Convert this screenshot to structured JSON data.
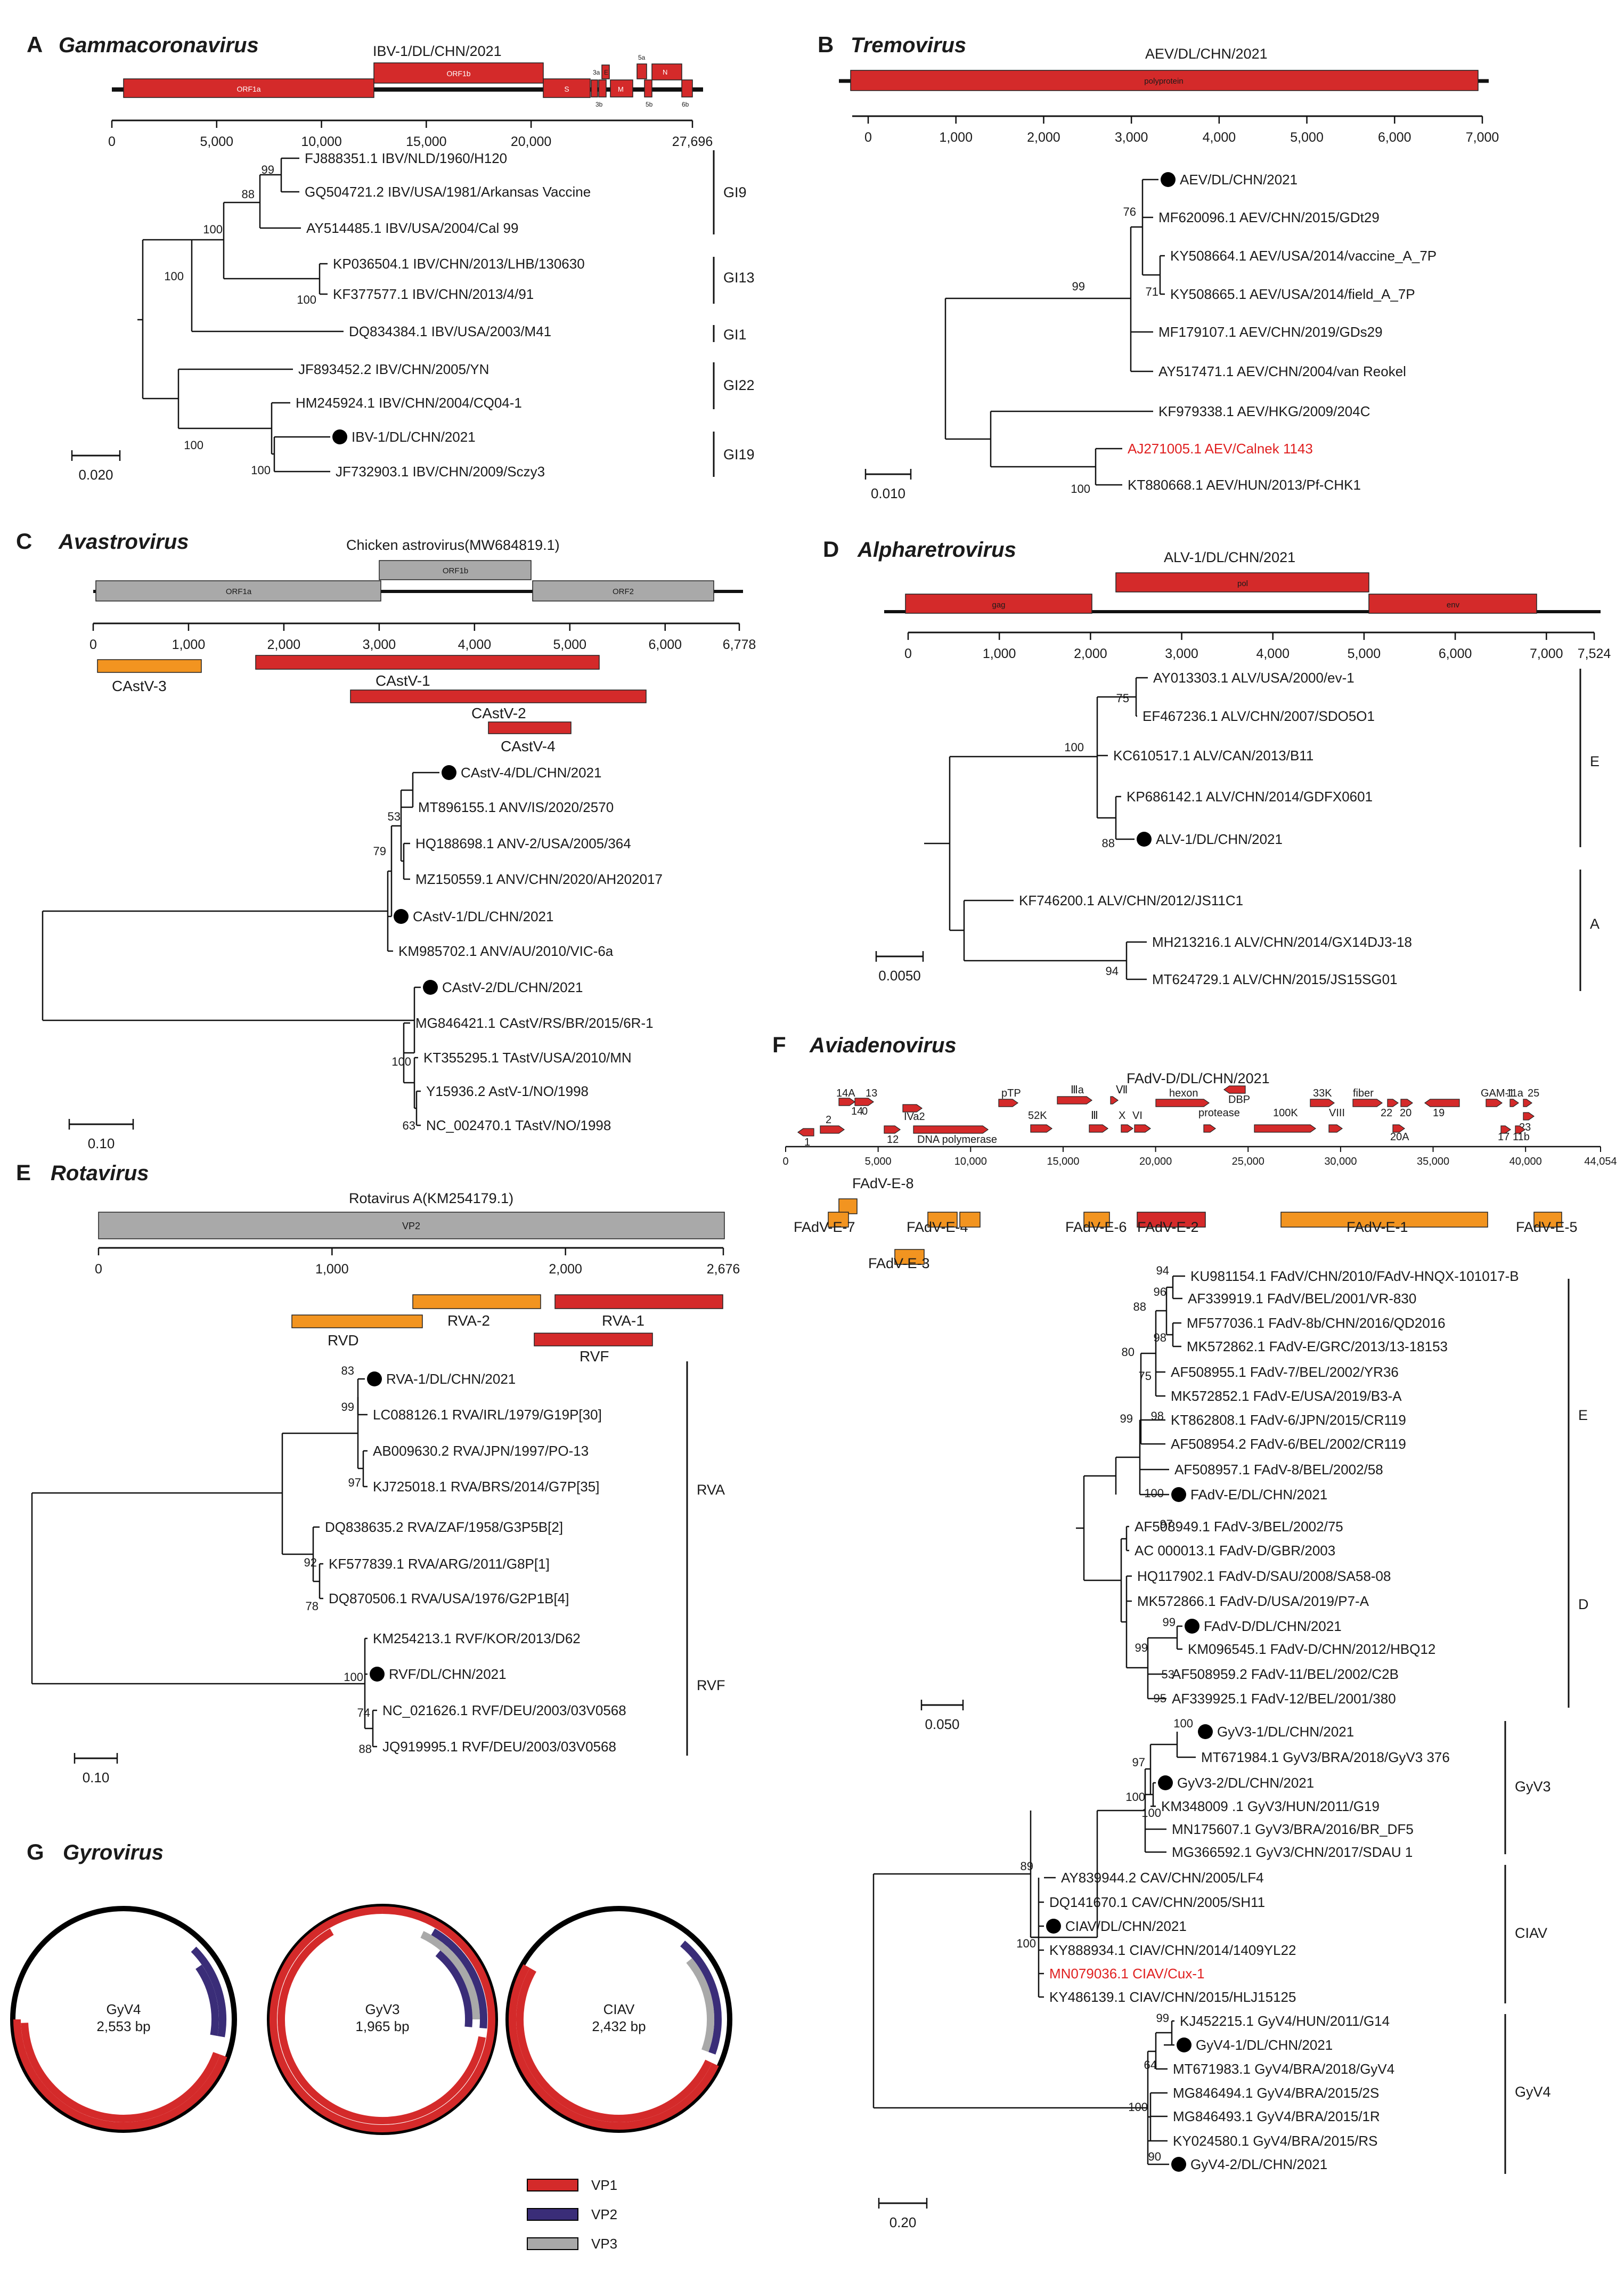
{
  "colors": {
    "red": "#d42a2a",
    "orange": "#f29420",
    "gray": "#a9a9a9",
    "purple": "#3a2d78",
    "black": "#111111",
    "highlight": "#e02020"
  },
  "panelA": {
    "letter": "A",
    "genus": "Gammacoronavirus",
    "genome": "IBV-1/DL/CHN/2021",
    "genes": [
      "ORF1a",
      "ORF1b",
      "S",
      "3a",
      "3b",
      "E",
      "M",
      "5a",
      "5b",
      "N",
      "6b"
    ],
    "ticks": [
      "0",
      "5,000",
      "10,000",
      "15,000",
      "20,000",
      "27,696"
    ],
    "scale": "0.020",
    "leaves": [
      "FJ888351.1 IBV/NLD/1960/H120",
      "GQ504721.2 IBV/USA/1981/Arkansas Vaccine",
      "AY514485.1 IBV/USA/2004/Cal 99",
      "KP036504.1 IBV/CHN/2013/LHB/130630",
      "KF377577.1 IBV/CHN/2013/4/91",
      "DQ834384.1 IBV/USA/2003/M41",
      "JF893452.2 IBV/CHN/2005/YN",
      "HM245924.1 IBV/CHN/2004/CQ04-1",
      "IBV-1/DL/CHN/2021",
      "JF732903.1 IBV/CHN/2009/Sczy3"
    ],
    "boot": [
      "99",
      "88",
      "100",
      "100",
      "100",
      "100",
      "100"
    ],
    "groups": [
      "GI9",
      "GI13",
      "GI1",
      "GI22",
      "GI19"
    ]
  },
  "panelB": {
    "letter": "B",
    "genus": "Tremovirus",
    "genome": "AEV/DL/CHN/2021",
    "gene": "polyprotein",
    "ticks": [
      "0",
      "1,000",
      "2,000",
      "3,000",
      "4,000",
      "5,000",
      "6,000",
      "7,000"
    ],
    "scale": "0.010",
    "leaves": [
      "AEV/DL/CHN/2021",
      "MF620096.1 AEV/CHN/2015/GDt29",
      "KY508664.1 AEV/USA/2014/vaccine_A_7P",
      "KY508665.1 AEV/USA/2014/field_A_7P",
      "MF179107.1 AEV/CHN/2019/GDs29",
      "AY517471.1 AEV/CHN/2004/van Reokel",
      "KF979338.1 AEV/HKG/2009/204C",
      "AJ271005.1 AEV/Calnek 1143",
      "KT880668.1 AEV/HUN/2013/Pf-CHK1"
    ],
    "boot": [
      "76",
      "71",
      "99",
      "100"
    ]
  },
  "panelC": {
    "letter": "C",
    "genus": "Avastrovirus",
    "genome": "Chicken astrovirus(MW684819.1)",
    "genes": [
      "ORF1a",
      "ORF1b",
      "ORF2"
    ],
    "ticks": [
      "0",
      "1,000",
      "2,000",
      "3,000",
      "4,000",
      "5,000",
      "6,000",
      "6,778"
    ],
    "bars": [
      "CAstV-3",
      "CAstV-1",
      "CAstV-2",
      "CAstV-4"
    ],
    "scale": "0.10",
    "leaves": [
      "CAstV-4/DL/CHN/2021",
      "MT896155.1 ANV/IS/2020/2570",
      "HQ188698.1 ANV-2/USA/2005/364",
      "MZ150559.1 ANV/CHN/2020/AH202017",
      "CAstV-1/DL/CHN/2021",
      "KM985702.1 ANV/AU/2010/VIC-6a",
      "CAstV-2/DL/CHN/2021",
      "MG846421.1 CAstV/RS/BR/2015/6R-1",
      "KT355295.1 TAstV/USA/2010/MN",
      "Y15936.2 AstV-1/NO/1998",
      "NC_002470.1 TAstV/NO/1998"
    ],
    "boot": [
      "53",
      "79",
      "100",
      "63"
    ]
  },
  "panelD": {
    "letter": "D",
    "genus": "Alpharetrovirus",
    "genome": "ALV-1/DL/CHN/2021",
    "genes": [
      "gag",
      "pol",
      "env"
    ],
    "ticks": [
      "0",
      "1,000",
      "2,000",
      "3,000",
      "4,000",
      "5,000",
      "6,000",
      "7,000",
      "7,524"
    ],
    "scale": "0.0050",
    "leaves": [
      "AY013303.1 ALV/USA/2000/ev-1",
      "EF467236.1 ALV/CHN/2007/SDO5O1",
      "KC610517.1 ALV/CAN/2013/B11",
      "KP686142.1 ALV/CHN/2014/GDFX0601",
      "ALV-1/DL/CHN/2021",
      "KF746200.1 ALV/CHN/2012/JS11C1",
      "MH213216.1 ALV/CHN/2014/GX14DJ3-18",
      "MT624729.1 ALV/CHN/2015/JS15SG01"
    ],
    "boot": [
      "75",
      "100",
      "88",
      "94"
    ],
    "groups": [
      "E",
      "A"
    ]
  },
  "panelE": {
    "letter": "E",
    "genus": "Rotavirus",
    "genome": "Rotavirus A(KM254179.1)",
    "gene": "VP2",
    "ticks": [
      "0",
      "1,000",
      "2,000",
      "2,676"
    ],
    "bars": [
      "RVD",
      "RVA-2",
      "RVA-1",
      "RVF"
    ],
    "scale": "0.10",
    "leaves": [
      "RVA-1/DL/CHN/2021",
      "LC088126.1 RVA/IRL/1979/G19P[30]",
      "AB009630.2 RVA/JPN/1997/PO-13",
      "KJ725018.1 RVA/BRS/2014/G7P[35]",
      "DQ838635.2 RVA/ZAF/1958/G3P5B[2]",
      "KF577839.1 RVA/ARG/2011/G8P[1]",
      "DQ870506.1 RVA/USA/1976/G2P1B[4]",
      "KM254213.1 RVF/KOR/2013/D62",
      "RVF/DL/CHN/2021",
      "NC_021626.1 RVF/DEU/2003/03V0568",
      "JQ919995.1 RVF/DEU/2003/03V0568"
    ],
    "boot": [
      "83",
      "99",
      "97",
      "92",
      "78",
      "100",
      "74",
      "88"
    ],
    "groups": [
      "RVA",
      "RVF"
    ]
  },
  "panelF": {
    "letter": "F",
    "genus": "Aviadenovirus",
    "genome": "FAdV-D/DL/CHN/2021",
    "genes_top": [
      "14A",
      "13",
      "2",
      "14",
      "0",
      "1",
      "IVa2",
      "12",
      "DNA polymerase",
      "pTP",
      "52K",
      "Ⅲa",
      "Ⅶ",
      "Ⅲ",
      "X",
      "VI",
      "hexon",
      "DBP",
      "protease",
      "100K",
      "33K",
      "VIII",
      "fiber",
      "22",
      "20",
      "20A",
      "19",
      "GAM-1",
      "11a",
      "25",
      "23",
      "17",
      "11b"
    ],
    "ticks": [
      "0",
      "5,000",
      "10,000",
      "15,000",
      "20,000",
      "25,000",
      "30,000",
      "35,000",
      "40,000",
      "44,054"
    ],
    "bars": [
      "FAdV-E-8",
      "FAdV-E-7",
      "FAdV-E-4",
      "FAdV-E-3",
      "FAdV-E-6",
      "FAdV-E-2",
      "FAdV-E-1",
      "FAdV-E-5"
    ],
    "scale": "0.050",
    "leaves": [
      "KU981154.1 FAdV/CHN/2010/FAdV-HNQX-101017-B",
      "AF339919.1 FAdV/BEL/2001/VR-830",
      "MF577036.1 FAdV-8b/CHN/2016/QD2016",
      "MK572862.1 FAdV-E/GRC/2013/13-18153",
      "AF508955.1 FAdV-7/BEL/2002/YR36",
      "MK572852.1 FAdV-E/USA/2019/B3-A",
      "KT862808.1 FAdV-6/JPN/2015/CR119",
      "AF508954.2 FAdV-6/BEL/2002/CR119",
      "AF508957.1 FAdV-8/BEL/2002/58",
      "FAdV-E/DL/CHN/2021",
      "AF508949.1 FAdV-3/BEL/2002/75",
      "AC 000013.1 FAdV-D/GBR/2003",
      "HQ117902.1 FAdV-D/SAU/2008/SA58-08",
      "MK572866.1 FAdV-D/USA/2019/P7-A",
      "FAdV-D/DL/CHN/2021",
      "KM096545.1 FAdV-D/CHN/2012/HBQ12",
      "AF508959.2 FAdV-11/BEL/2002/C2B",
      "AF339925.1 FAdV-12/BEL/2001/380"
    ],
    "boot": [
      "94",
      "96",
      "98",
      "88",
      "75",
      "80",
      "98",
      "99",
      "100",
      "97",
      "99",
      "99",
      "53",
      "95"
    ],
    "groups": [
      "E",
      "D"
    ]
  },
  "panelG": {
    "letter": "G",
    "genus": "Gyrovirus",
    "circles": [
      {
        "name": "GyV4",
        "size": "2,553 bp"
      },
      {
        "name": "GyV3",
        "size": "1,965 bp"
      },
      {
        "name": "CIAV",
        "size": "2,432 bp"
      }
    ],
    "legend": [
      "VP1",
      "VP2",
      "VP3"
    ],
    "scale": "0.20",
    "leaves": [
      "GyV3-1/DL/CHN/2021",
      "MT671984.1 GyV3/BRA/2018/GyV3 376",
      "GyV3-2/DL/CHN/2021",
      "KM348009 .1 GyV3/HUN/2011/G19",
      "MN175607.1 GyV3/BRA/2016/BR_DF5",
      "MG366592.1 GyV3/CHN/2017/SDAU 1",
      "AY839944.2 CAV/CHN/2005/LF4",
      "DQ141670.1 CAV/CHN/2005/SH11",
      "CIAV/DL/CHN/2021",
      "KY888934.1 CIAV/CHN/2014/1409YL22",
      "MN079036.1 CIAV/Cux-1",
      "KY486139.1 CIAV/CHN/2015/HLJ15125",
      "KJ452215.1 GyV4/HUN/2011/G14",
      "GyV4-1/DL/CHN/2021",
      "MT671983.1 GyV4/BRA/2018/GyV4",
      "MG846494.1 GyV4/BRA/2015/2S",
      "MG846493.1 GyV4/BRA/2015/1R",
      "KY024580.1 GyV4/BRA/2015/RS",
      "GyV4-2/DL/CHN/2021"
    ],
    "boot": [
      "100",
      "97",
      "100",
      "100",
      "89",
      "100",
      "99",
      "64",
      "100",
      "90"
    ],
    "groups": [
      "GyV3",
      "CIAV",
      "GyV4"
    ]
  }
}
